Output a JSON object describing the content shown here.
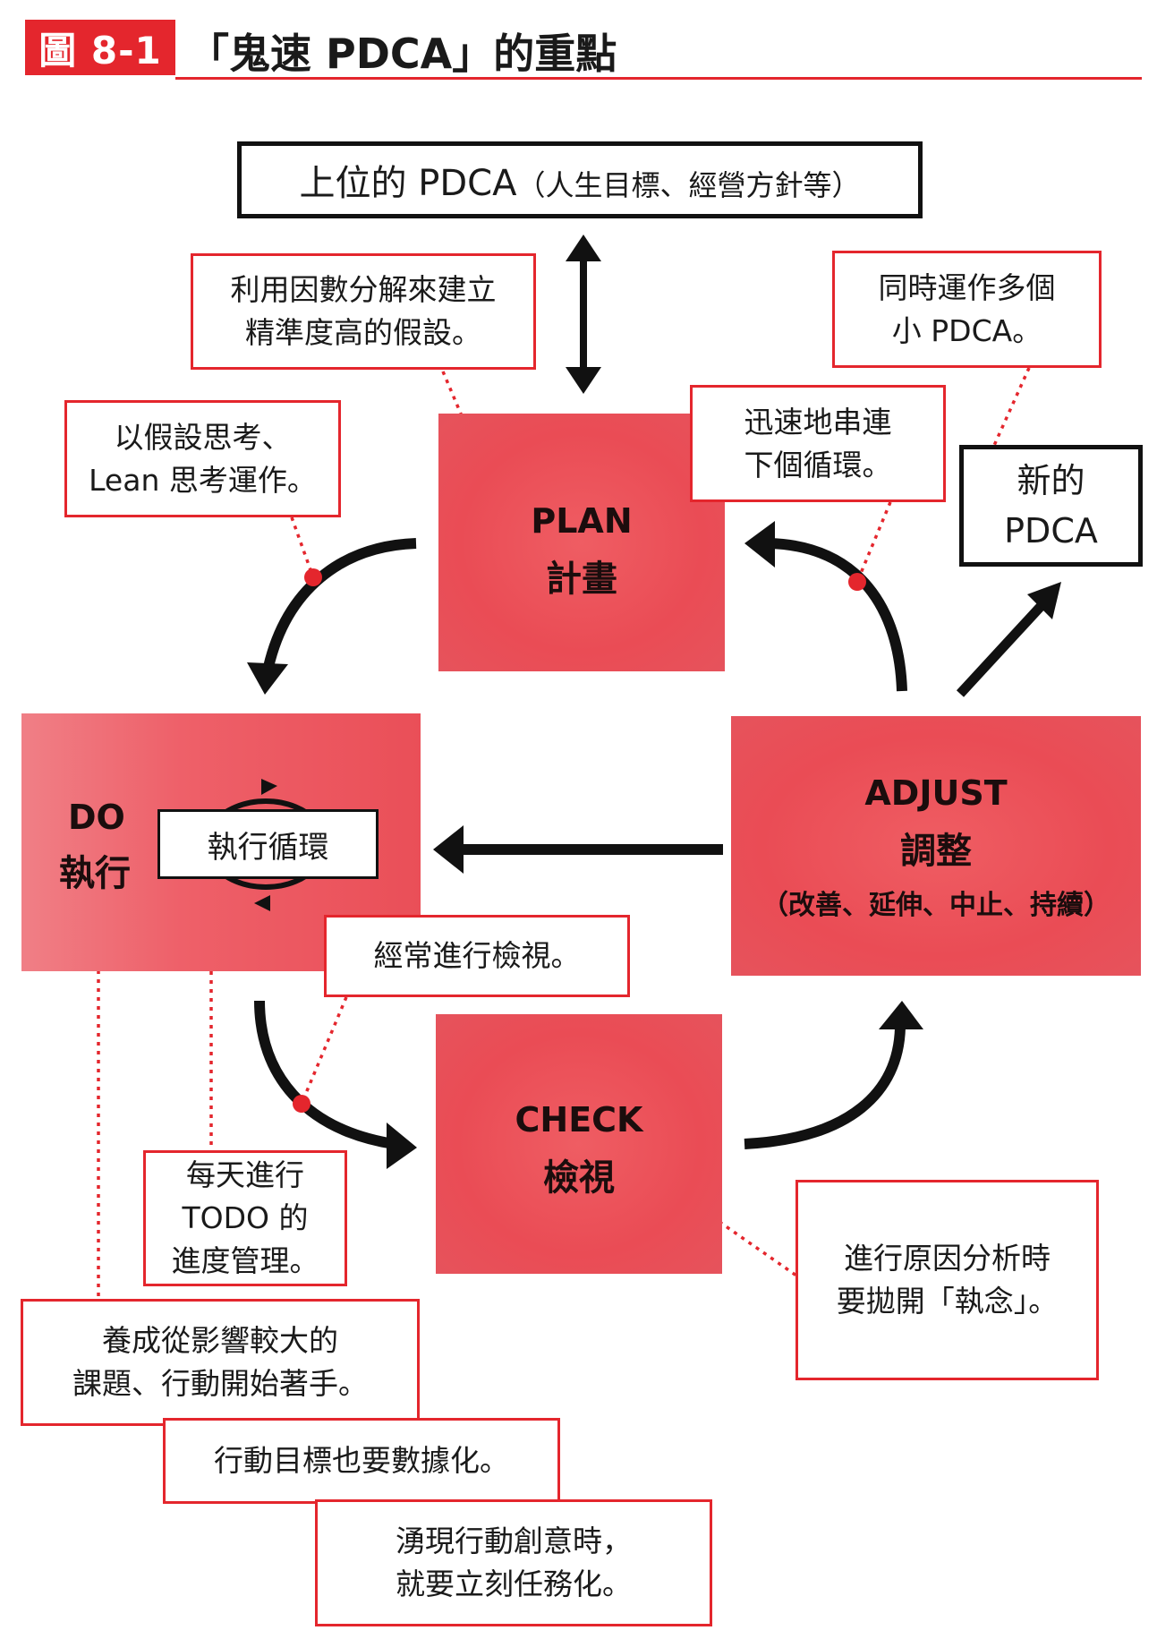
{
  "header": {
    "figure_tag": "圖 8-1",
    "title": "「鬼速 PDCA」的重點"
  },
  "top_box": {
    "main": "上位的 PDCA",
    "sub": "（人生目標、經營方針等）"
  },
  "new_box": {
    "line1": "新的",
    "line2": "PDCA"
  },
  "stages": {
    "plan": {
      "en": "PLAN",
      "zh": "計畫"
    },
    "do": {
      "en": "DO",
      "zh": "執行",
      "loop_label": "執行循環"
    },
    "check": {
      "en": "CHECK",
      "zh": "檢視"
    },
    "adjust": {
      "en": "ADJUST",
      "zh": "調整",
      "sub": "（改善、延伸、中止、持續）"
    }
  },
  "notes": {
    "factor": [
      "利用因數分解來建立",
      "精準度高的假設。"
    ],
    "lean": [
      "以假設思考、",
      "Lean 思考運作。"
    ],
    "multi": [
      "同時運作多個",
      "小 PDCA。"
    ],
    "link": [
      "迅速地串連",
      "下個循環。"
    ],
    "review": [
      "經常進行檢視。"
    ],
    "todo": [
      "每天進行",
      "TODO 的",
      "進度管理。"
    ],
    "habit": [
      "養成從影響較大的",
      "課題、行動開始著手。"
    ],
    "quant": [
      "行動目標也要數據化。"
    ],
    "idea": [
      "湧現行動創意時，",
      "就要立刻任務化。"
    ],
    "cause": [
      "進行原因分析時",
      "要拋開「執念」。"
    ]
  },
  "colors": {
    "accent_red": "#e4262d",
    "stage_fill": "#ea4c55",
    "arrow": "#111111"
  }
}
